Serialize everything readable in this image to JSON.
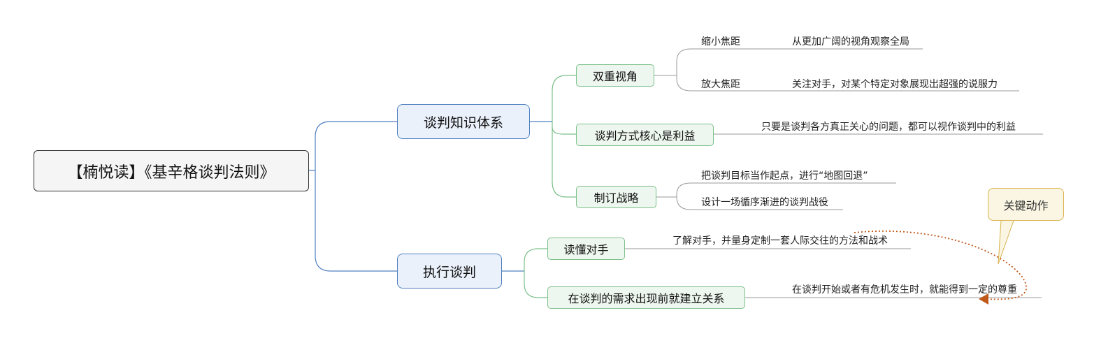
{
  "root": {
    "label": "【楠悦读】《基辛格谈判法则》"
  },
  "branches": [
    {
      "label": "谈判知识体系",
      "children": [
        {
          "label": "双重视角",
          "leaves": [
            {
              "term": "缩小焦距",
              "desc": "从更加广阔的视角观察全局"
            },
            {
              "term": "放大焦距",
              "desc": "关注对手，对某个特定对象展现出超强的说服力"
            }
          ]
        },
        {
          "label": "谈判方式核心是利益",
          "leaves": [
            {
              "desc": "只要是谈判各方真正关心的问题，都可以视作谈判中的利益"
            }
          ]
        },
        {
          "label": "制订战略",
          "leaves": [
            {
              "desc": "把谈判目标当作起点，进行“地图回退”"
            },
            {
              "desc": "设计一场循序渐进的谈判战役"
            }
          ]
        }
      ]
    },
    {
      "label": "执行谈判",
      "children": [
        {
          "label": "读懂对手",
          "leaves": [
            {
              "desc": "了解对手，并量身定制一套人际交往的方法和战术"
            }
          ]
        },
        {
          "label": "在谈判的需求出现前就建立关系",
          "leaves": [
            {
              "desc": "在谈判开始或者有危机发生时，就能得到一定的尊重"
            }
          ]
        }
      ]
    }
  ],
  "callout": {
    "label": "关键动作"
  },
  "colors": {
    "level1_line": "#4f7fc0",
    "level2_line": "#7cc08a",
    "leaf_line": "#999999",
    "relation_line": "#c0581a"
  }
}
